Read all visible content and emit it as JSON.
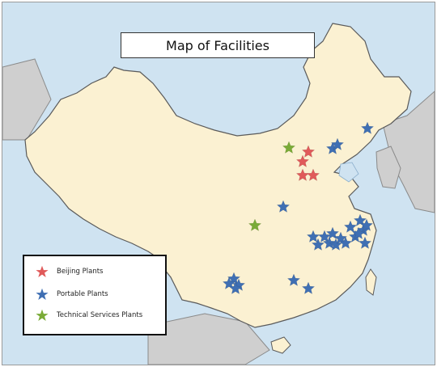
{
  "title": "Map of Facilities",
  "legend": {
    "items": [
      {
        "label": "Beijing  Plants",
        "color": "#e05a5a",
        "icon": "star-icon"
      },
      {
        "label": "Portable Plants",
        "color": "#3f6fb3",
        "icon": "star-icon"
      },
      {
        "label": "Technical Services Plants",
        "color": "#7aab37",
        "icon": "star-icon"
      }
    ]
  },
  "colors": {
    "land": "#fbf1d2",
    "neighbor_land": "#cfcfcf",
    "water": "#cfe3f1",
    "border": "#5a5a5a"
  }
}
